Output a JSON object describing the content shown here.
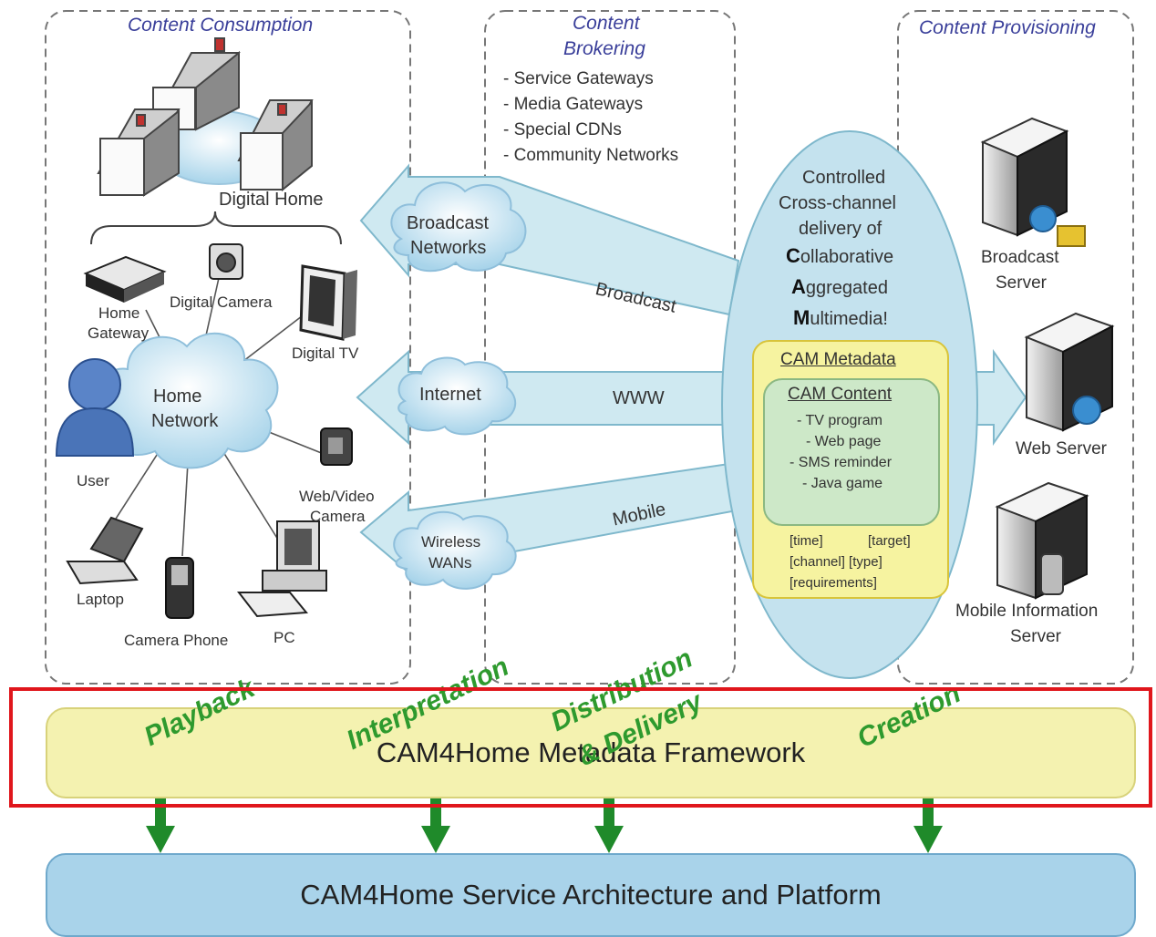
{
  "sections": {
    "consumption": "Content Consumption",
    "brokering": [
      "Content",
      "Brokering"
    ],
    "provisioning": "Content Provisioning"
  },
  "brokering_items": [
    "- Service Gateways",
    "- Media Gateways",
    "- Special CDNs",
    "- Community Networks"
  ],
  "home": {
    "digital_home": "Digital Home",
    "network": [
      "Home",
      "Network"
    ],
    "devices": {
      "home_gateway": [
        "Home",
        "Gateway"
      ],
      "digital_camera": "Digital Camera",
      "digital_tv": "Digital TV",
      "user": "User",
      "web_video_camera": [
        "Web/Video",
        "Camera"
      ],
      "laptop": "Laptop",
      "camera_phone": "Camera Phone",
      "pc": "PC"
    }
  },
  "clouds": {
    "broadcast": [
      "Broadcast",
      "Networks"
    ],
    "internet": "Internet",
    "wireless": [
      "Wireless",
      "WANs"
    ]
  },
  "channels": {
    "broadcast": "Broadcast",
    "www": "WWW",
    "mobile": "Mobile"
  },
  "cam": {
    "intro": [
      "Controlled",
      "Cross-channel",
      "delivery of"
    ],
    "acronym": [
      {
        "first": "C",
        "rest": "ollaborative"
      },
      {
        "first": "A",
        "rest": "ggregated"
      },
      {
        "first": "M",
        "rest": "ultimedia!"
      }
    ],
    "metadata_title": "CAM Metadata",
    "content_title": "CAM Content",
    "content_items": [
      "- TV program",
      "- Web page",
      "- SMS reminder",
      "- Java game"
    ],
    "attrs": [
      "[time]",
      "[target]",
      "[channel] [type]",
      "[requirements]"
    ]
  },
  "servers": {
    "broadcast": [
      "Broadcast",
      "Server"
    ],
    "web": "Web Server",
    "mobile": [
      "Mobile Information",
      "Server"
    ]
  },
  "stages": [
    "Playback",
    "Interpretation",
    "Distribution",
    "& Delivery",
    "Creation"
  ],
  "framework": "CAM4Home Metadata Framework",
  "platform": "CAM4Home Service Architecture and Platform",
  "colors": {
    "arrow_fill": "#cfe9f1",
    "arrow_stroke": "#7fb8cc",
    "ellipse_fill": "#c4e2ee",
    "metadata_fill": "#f6f3a0",
    "metadata_stroke": "#d8c43a",
    "content_fill": "#cde8c8",
    "framework_fill": "#f4f2b0",
    "platform_fill": "#a9d3ea",
    "green": "#2e9a2e",
    "highlight": "#e0161c",
    "header_text": "#3a3f9a"
  }
}
